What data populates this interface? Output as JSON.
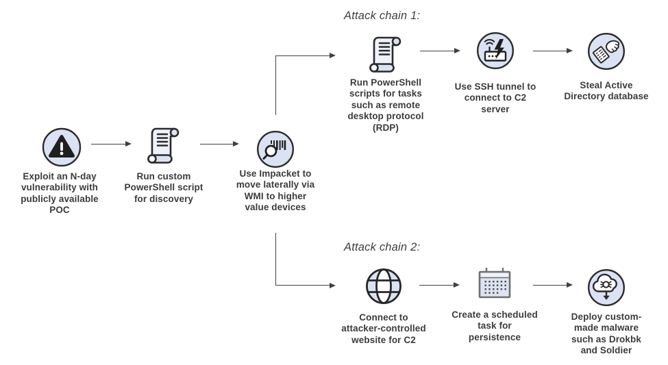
{
  "titles": {
    "chain1": "Attack chain 1:",
    "chain2": "Attack chain 2:"
  },
  "nodes": {
    "exploit": {
      "icon": "warning-triangle-icon",
      "label": "Exploit an N-day\nvulnerability with\npublicly available\nPOC"
    },
    "run_custom_ps": {
      "icon": "scroll-script-icon",
      "label": "Run custom\nPowerShell script\nfor discovery"
    },
    "impacket": {
      "icon": "magnifier-barcode-icon",
      "label": "Use Impacket to\nmove laterally via\nWMI to higher\nvalue devices"
    },
    "run_ps_rdp": {
      "icon": "scroll-script-icon",
      "label": "Run PowerShell\nscripts for tasks\nsuch as remote\ndesktop protocol\n(RDP)"
    },
    "ssh_tunnel": {
      "icon": "router-lightning-icon",
      "label": "Use SSH tunnel to\nconnect to C2\nserver"
    },
    "steal_ad": {
      "icon": "hand-stealing-document-icon",
      "label": "Steal Active\nDirectory database"
    },
    "connect_c2": {
      "icon": "globe-icon",
      "label": "Connect to\nattacker-controlled\nwebsite for C2"
    },
    "scheduled_task": {
      "icon": "calendar-icon",
      "label": "Create a scheduled\ntask for\npersistence"
    },
    "deploy_malware": {
      "icon": "cloud-malware-download-icon",
      "label": "Deploy custom-\nmade malware\nsuch as Drokbk\nand Soldier"
    }
  },
  "colors": {
    "icon_fill": "#dbe2f3",
    "icon_fill_light": "#eef2fb",
    "icon_stroke": "#2b2b2b",
    "calendar_stroke": "#6e6e6e",
    "arrow": "#404040",
    "text": "#3b3b3b",
    "background": "#ffffff"
  }
}
